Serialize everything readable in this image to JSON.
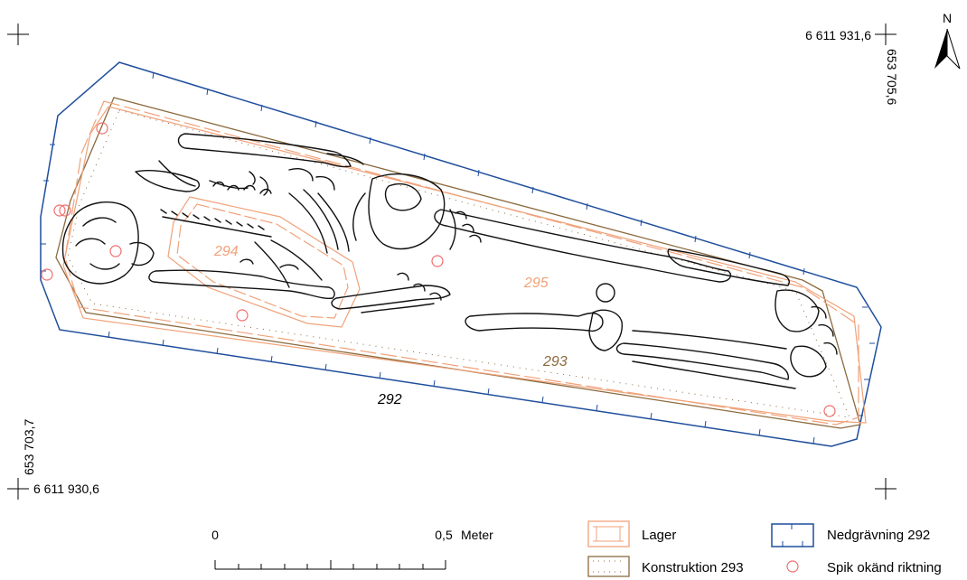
{
  "coords": {
    "top_right": "6 611 931,6",
    "right_vertical": "653 705,6",
    "bottom_left": "6 611 930,6",
    "left_vertical": "653 703,7"
  },
  "north": {
    "label": "N"
  },
  "features": {
    "f292": "292",
    "f293": "293",
    "f294": "294",
    "f295": "295"
  },
  "scale": {
    "start": "0",
    "end": "0,5",
    "unit": "Meter"
  },
  "legend": {
    "lager": "Lager",
    "konstruktion": "Konstruktion 293",
    "nedgravning": "Nedgrävning 292",
    "spik": "Spik okänd riktning"
  },
  "colors": {
    "nedgravning": "#1f4e9c",
    "konstruktion": "#8b6a3e",
    "lager": "#f0a27a",
    "spik": "#f06e6e",
    "bone": "#111111"
  }
}
